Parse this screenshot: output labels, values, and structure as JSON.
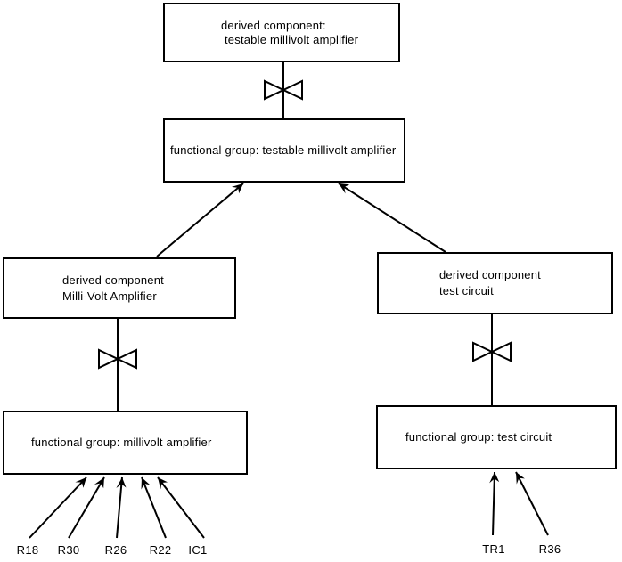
{
  "page": {
    "background_color": "#ffffff",
    "line_color": "#000000"
  },
  "boxes": {
    "top_derived": {
      "line1": "derived component:",
      "line2": "testable millivolt amplifier"
    },
    "top_functional": {
      "label": "functional group: testable millivolt amplifier"
    },
    "left_derived": {
      "line1": "derived component",
      "line2": "Milli-Volt Amplifier"
    },
    "left_functional": {
      "label": "functional group: millivolt amplifier"
    },
    "right_derived": {
      "line1": "derived component",
      "line2": "test circuit"
    },
    "right_functional": {
      "label": "functional group: test circuit"
    }
  },
  "component_labels": {
    "left": [
      "R18",
      "R30",
      "R26",
      "R22",
      "IC1"
    ],
    "right": [
      "TR1",
      "R36"
    ]
  }
}
